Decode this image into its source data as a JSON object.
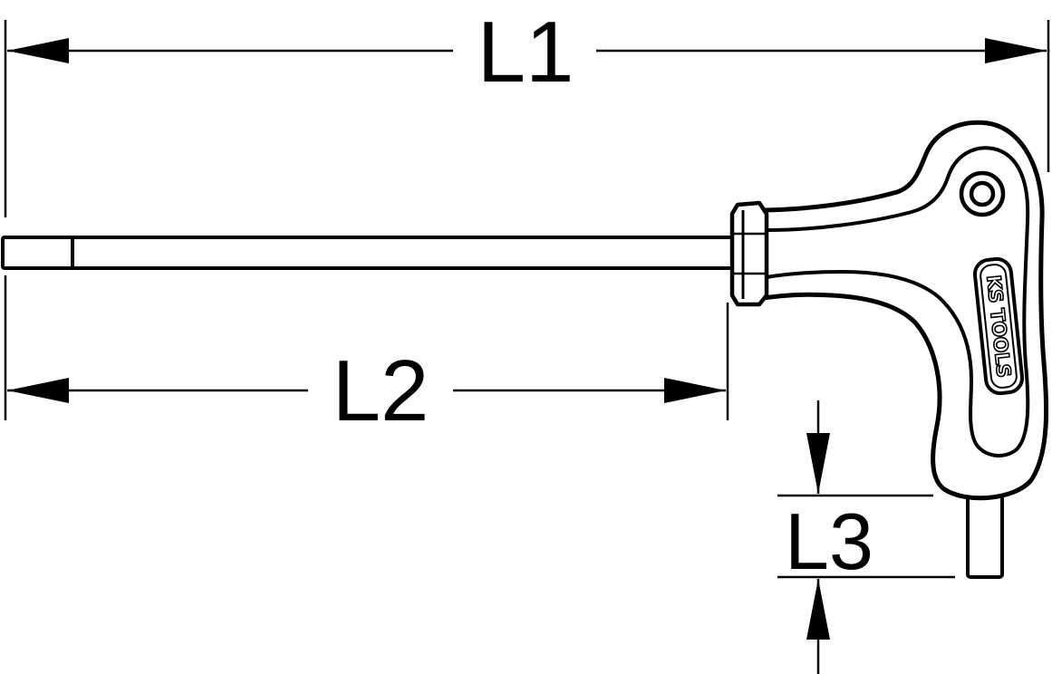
{
  "dimensions": {
    "l1": "L1",
    "l2": "L2",
    "l3": "L3"
  },
  "logo": {
    "text": "KS TOOLS"
  },
  "colors": {
    "line": "#000000",
    "background": "#ffffff"
  }
}
